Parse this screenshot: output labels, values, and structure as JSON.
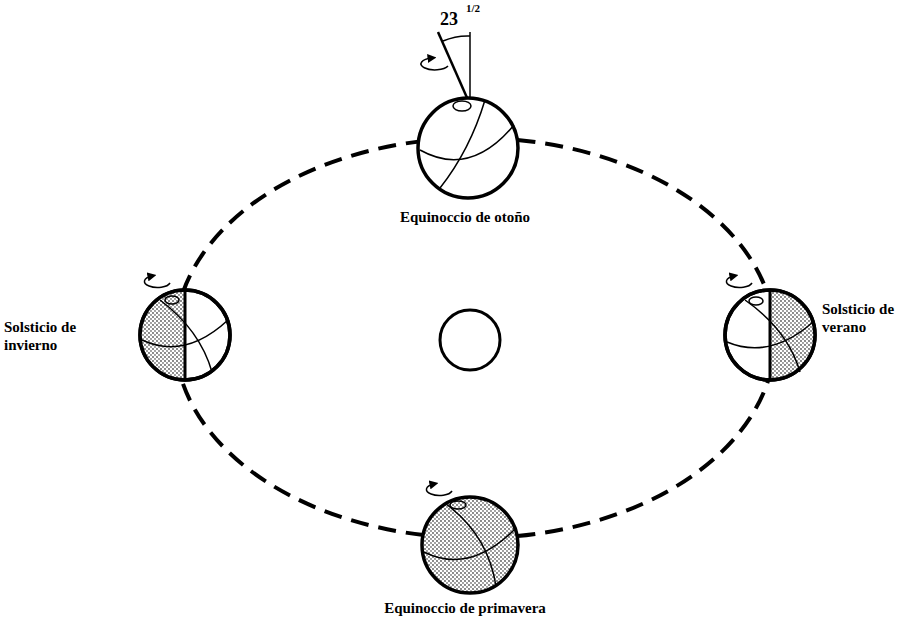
{
  "diagram": {
    "labels": [
      "23",
      "1/2",
      "Equinoccio de otoño",
      "Solsticio de invierno",
      "Solsticio de verano",
      "Equinoccio de primavera"
    ]
  }
}
